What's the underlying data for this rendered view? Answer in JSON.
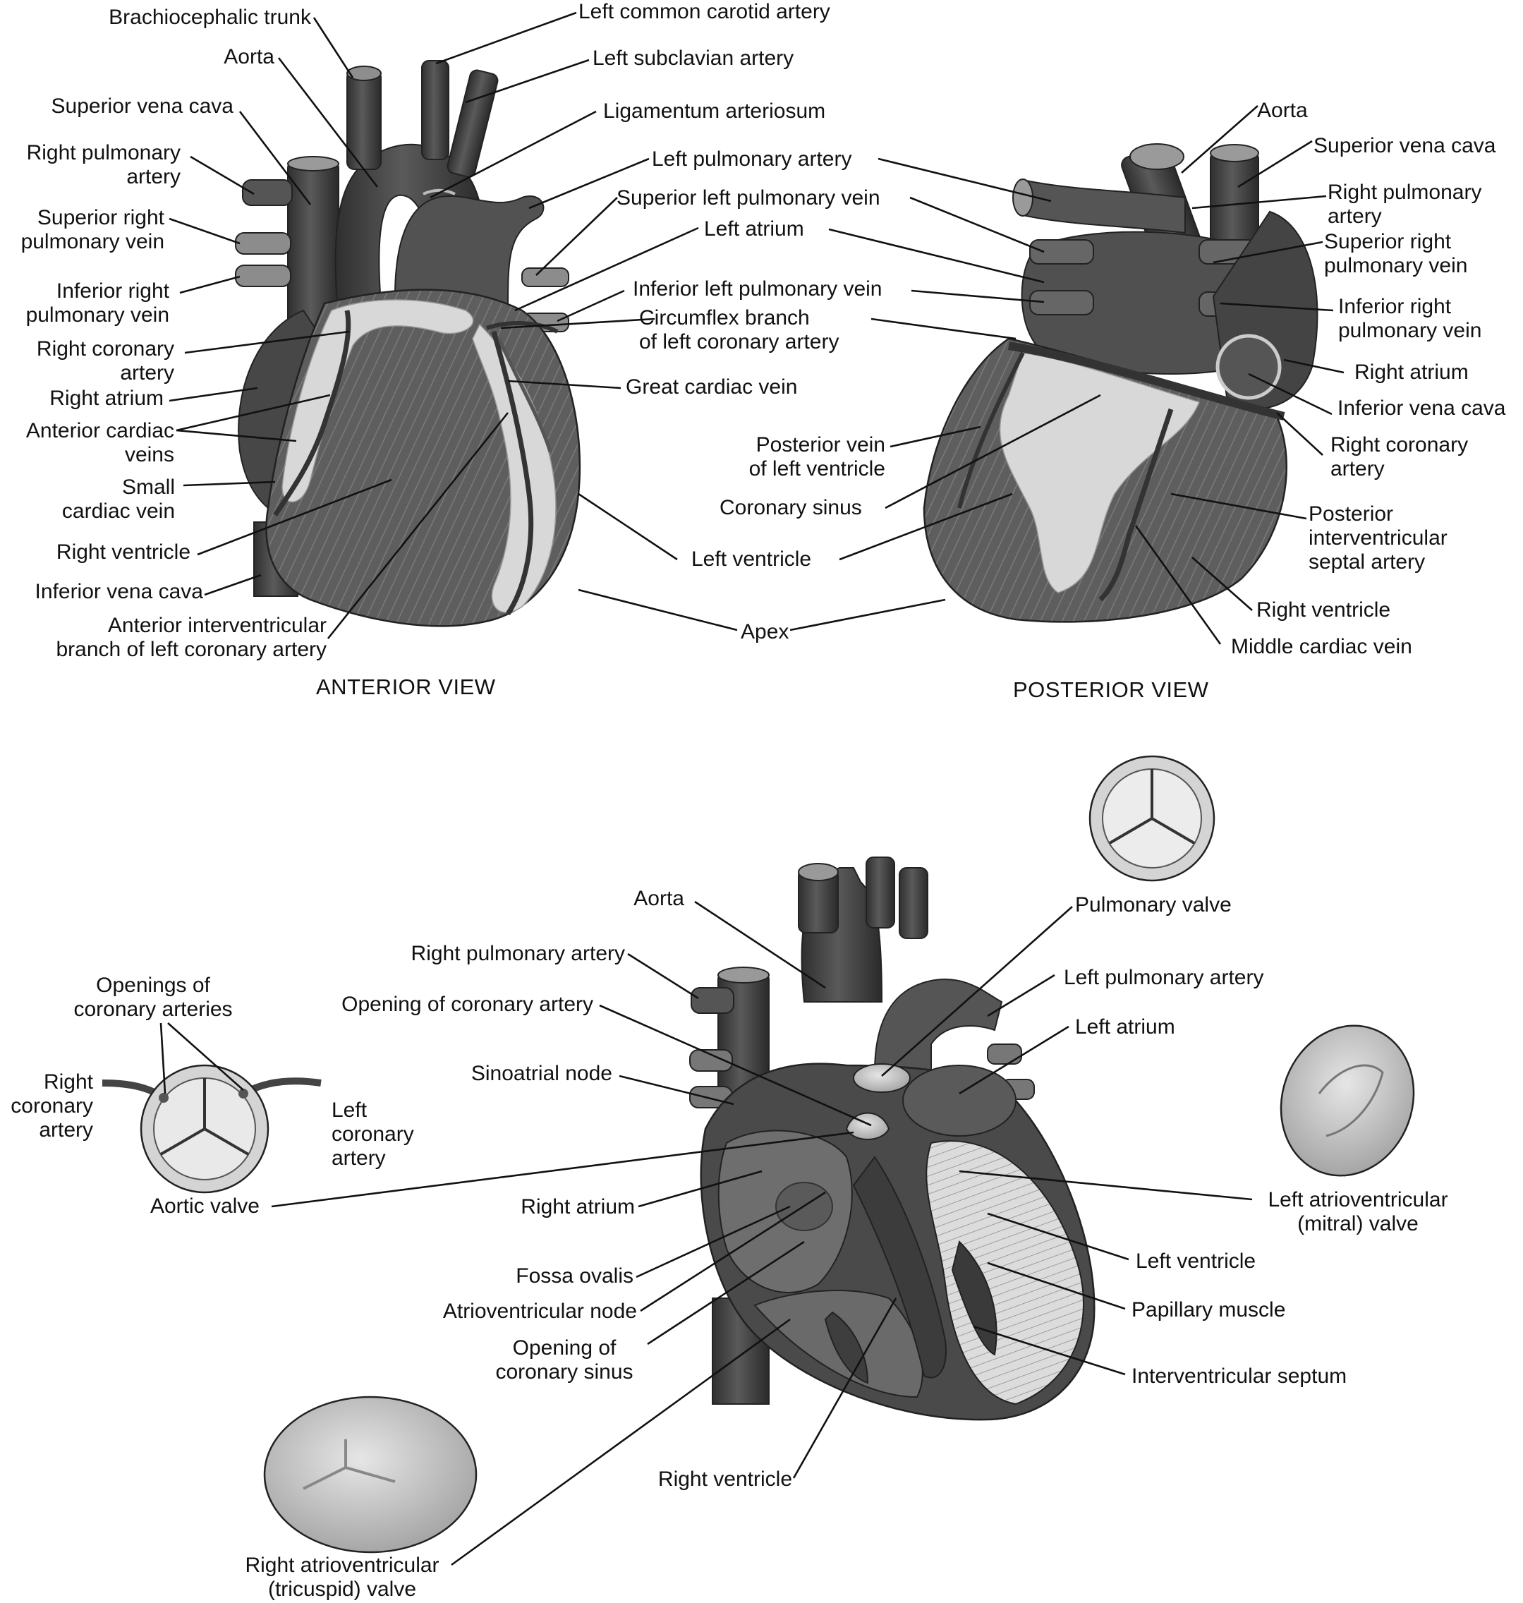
{
  "colors": {
    "background": "#ffffff",
    "ink": "#111111",
    "vessel": "#4a4a4a",
    "vessel_dark": "#2e2e2e",
    "muscle": "#5c5c5c",
    "fat": "#d9d9d9",
    "valve": "#bdbdbd",
    "chamber_light": "#9a9a9a"
  },
  "anterior": {
    "title": "ANTERIOR VIEW",
    "labels": {
      "brachiocephalic_trunk": "Brachiocephalic trunk",
      "aorta": "Aorta",
      "superior_vena_cava": "Superior vena cava",
      "right_pulmonary_artery": "Right pulmonary\nartery",
      "superior_right_pulmonary_vein": "Superior right\npulmonary vein",
      "inferior_right_pulmonary_vein": "Inferior right\npulmonary vein",
      "right_coronary_artery": "Right coronary\nartery",
      "right_atrium": "Right atrium",
      "anterior_cardiac_veins": "Anterior cardiac\nveins",
      "small_cardiac_vein": "Small\ncardiac vein",
      "right_ventricle": "Right ventricle",
      "inferior_vena_cava": "Inferior vena cava",
      "anterior_interventricular_branch": "Anterior interventricular\nbranch of left coronary artery",
      "left_common_carotid_artery": "Left common carotid artery",
      "left_subclavian_artery": "Left subclavian artery",
      "ligamentum_arteriosum": "Ligamentum arteriosum",
      "left_pulmonary_artery": "Left pulmonary artery",
      "superior_left_pulmonary_vein": "Superior left pulmonary vein",
      "left_atrium": "Left atrium",
      "inferior_left_pulmonary_vein": "Inferior left pulmonary vein",
      "circumflex_branch": "Circumflex branch\nof left coronary artery",
      "great_cardiac_vein": "Great cardiac vein",
      "posterior_vein_left_ventricle": "Posterior vein\nof left ventricle",
      "coronary_sinus": "Coronary sinus",
      "left_ventricle": "Left ventricle",
      "apex": "Apex"
    }
  },
  "posterior": {
    "title": "POSTERIOR VIEW",
    "labels": {
      "aorta": "Aorta",
      "superior_vena_cava": "Superior vena cava",
      "right_pulmonary_artery": "Right pulmonary\nartery",
      "superior_right_pulmonary_vein": "Superior right\npulmonary vein",
      "inferior_right_pulmonary_vein": "Inferior right\npulmonary vein",
      "right_atrium": "Right atrium",
      "inferior_vena_cava": "Inferior vena cava",
      "right_coronary_artery": "Right coronary\nartery",
      "posterior_interventricular_artery": "Posterior\ninterventricular\nseptal artery",
      "right_ventricle": "Right ventricle",
      "middle_cardiac_vein": "Middle cardiac vein"
    }
  },
  "section": {
    "labels": {
      "aorta": "Aorta",
      "right_pulmonary_artery": "Right pulmonary artery",
      "openings_of_coronary_arteries": "Openings of\ncoronary arteries",
      "opening_of_coronary_artery": "Opening of coronary artery",
      "right_coronary_artery": "Right\ncoronary\nartery",
      "left_coronary_artery": "Left\ncoronary\nartery",
      "sinoatrial_node": "Sinoatrial node",
      "aortic_valve": "Aortic valve",
      "right_atrium": "Right atrium",
      "fossa_ovalis": "Fossa ovalis",
      "atrioventricular_node": "Atrioventricular node",
      "opening_of_coronary_sinus": "Opening of\ncoronary sinus",
      "right_ventricle": "Right ventricle",
      "right_av_valve": "Right atrioventricular\n(tricuspid) valve",
      "pulmonary_valve": "Pulmonary valve",
      "left_pulmonary_artery": "Left pulmonary artery",
      "left_atrium": "Left atrium",
      "left_av_valve": "Left atrioventricular\n(mitral) valve",
      "left_ventricle": "Left ventricle",
      "papillary_muscle": "Papillary muscle",
      "interventricular_septum": "Interventricular septum"
    }
  }
}
